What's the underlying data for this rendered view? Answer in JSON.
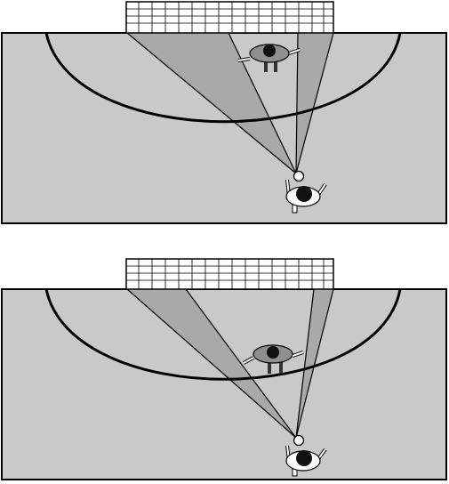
{
  "colors": {
    "court": "#c9c9c9",
    "shaded_angle": "#a9a9a9",
    "lines": "#000000",
    "goal_net_fill": "#ffffff",
    "attacker_shirt": "#ffffff",
    "defender_shirt": "#8f8f8f",
    "hair": "#111111",
    "ball": "#ffffff"
  },
  "icons": {
    "goal": "goal-net-icon",
    "attacker": "attacker-player-icon",
    "defender": "defender-player-icon",
    "ball": "ball-icon"
  },
  "panels": [
    {
      "id": "top",
      "defender_position": "centered-left",
      "description_shown": ""
    },
    {
      "id": "bottom",
      "defender_position": "centered-left",
      "description_shown": ""
    }
  ]
}
